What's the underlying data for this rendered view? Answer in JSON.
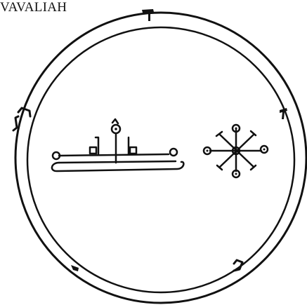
{
  "title": "VAVALIAH",
  "colors": {
    "ink": "#111111",
    "background": "#ffffff"
  },
  "marks": [
    "hebrew-letter-top",
    "hebrew-letter-upper-right",
    "hebrew-letter-left",
    "hebrew-letter-lower-right",
    "hebrew-letter-lower-left"
  ]
}
